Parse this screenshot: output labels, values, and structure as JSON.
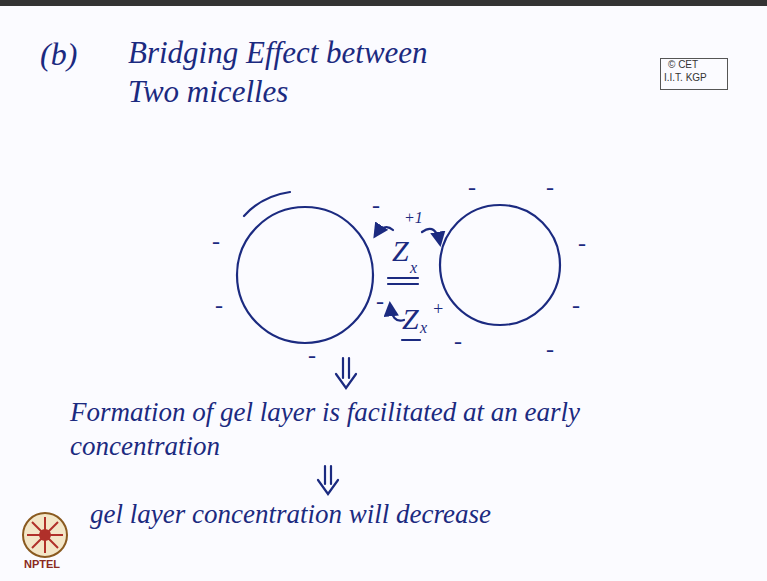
{
  "diagram": {
    "title": "Bridging Effect between Two micelles",
    "labels": [
      "(b)",
      "© CET",
      "I.I.T. KGP",
      "Z",
      "+1",
      "x",
      "Z",
      "x",
      "+",
      "-",
      "-",
      "-",
      "-",
      "-",
      "-",
      "-",
      "-",
      "-",
      "-",
      "-",
      "Formation of gel layer is facilitated at an early concentration",
      "gel layer concentration will decrease",
      "NPTEL"
    ]
  }
}
